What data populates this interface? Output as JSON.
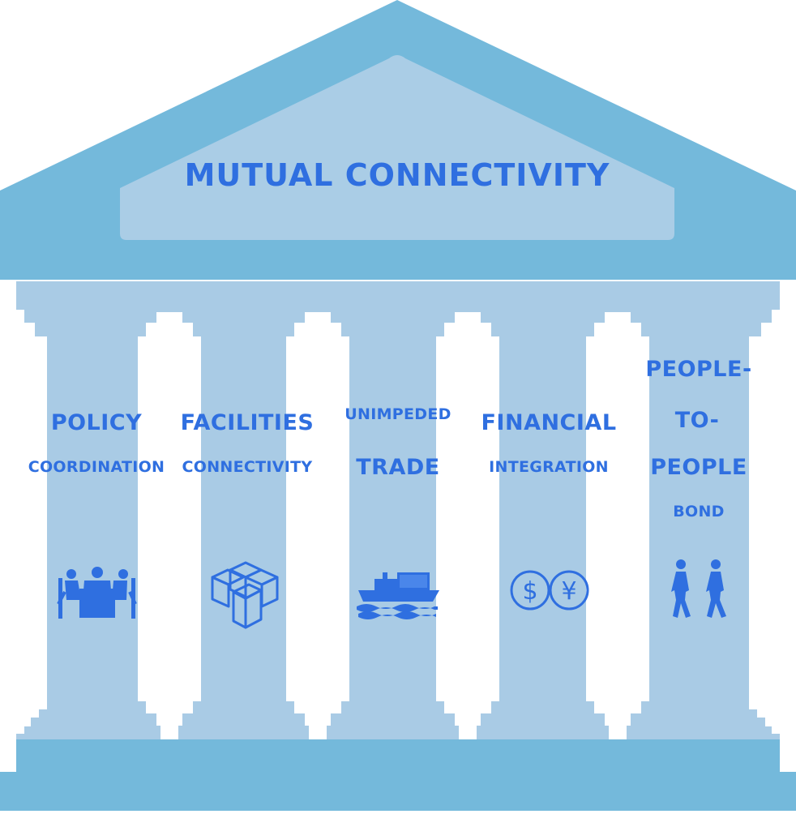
{
  "pediment": {
    "title": "MUTUAL CONNECTIVITY"
  },
  "pillars": [
    {
      "lines": [
        "POLICY",
        "COORDINATION"
      ],
      "icon": "meeting-table-icon"
    },
    {
      "lines": [
        "FACILITIES",
        "CONNECTIVITY"
      ],
      "icon": "stacked-boxes-icon"
    },
    {
      "lines": [
        "UNIMPEDED",
        "TRADE"
      ],
      "icon": "cargo-ship-icon"
    },
    {
      "lines": [
        "FINANCIAL",
        "INTEGRATION"
      ],
      "icon": "dollar-yen-coins-icon"
    },
    {
      "lines": [
        "PEOPLE-",
        "TO-",
        "PEOPLE",
        "BOND"
      ],
      "icon": "two-people-walking-icon"
    }
  ],
  "colors": {
    "roof": "#74b9db",
    "panel": "#aacde6",
    "colonnade": "#a9cbe5",
    "text": "#2f6fe0",
    "gap": "#ffffff"
  }
}
